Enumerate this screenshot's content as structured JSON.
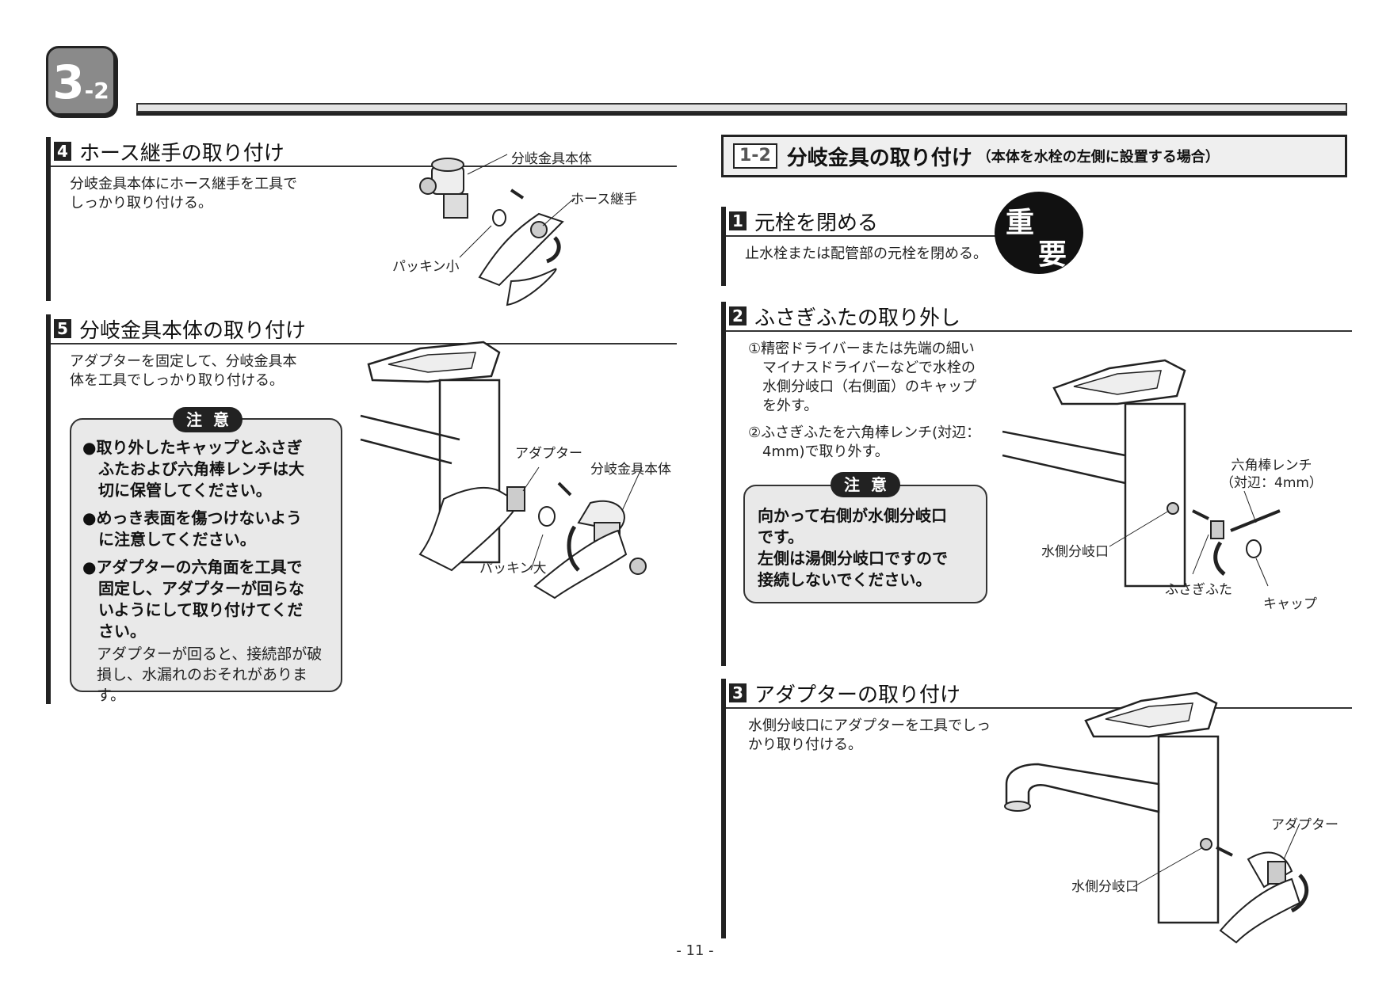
{
  "chapter": {
    "major": "3",
    "minor": "-2"
  },
  "left": {
    "step4": {
      "num": "4",
      "title": "ホース継手の取り付け",
      "text": "分岐金具本体にホース継手を工具で\nしっかり取り付ける。",
      "labels": {
        "body": "分岐金具本体",
        "hose": "ホース継手",
        "packing": "パッキン小"
      }
    },
    "step5": {
      "num": "5",
      "title": "分岐金具本体の取り付け",
      "text": "アダプターを固定して、分岐金具本\n体を工具でしっかり取り付ける。",
      "labels": {
        "adapter": "アダプター",
        "body": "分岐金具本体",
        "packing": "パッキン大"
      },
      "caution": {
        "tab": "注意",
        "items": [
          "●取り外したキャップとふさぎ\n　ふたおよび六角棒レンチは大\n　切に保管してください。",
          "●めっき表面を傷つけないよう\n　に注意してください。",
          "●アダプターの六角面を工具で\n　固定し、アダプターが回らな\n　いようにして取り付けてくだ\n　さい。"
        ],
        "note": "アダプターが回ると、接続部が破\n損し、水漏れのおそれがあります。"
      }
    }
  },
  "right": {
    "banner": {
      "tag": "1-2",
      "title": "分岐金具の取り付け",
      "subtitle": "（本体を水栓の左側に設置する場合）"
    },
    "important": [
      "重",
      "要"
    ],
    "step1": {
      "num": "1",
      "title": "元栓を閉める",
      "text": "止水栓または配管部の元栓を閉める。"
    },
    "step2": {
      "num": "2",
      "title": "ふさぎふたの取り外し",
      "text1": "①精密ドライバーまたは先端の細い\n　マイナスドライバーなどで水栓の\n　水側分岐口（右側面）のキャップ\n　を外す。",
      "text2": "②ふさぎふたを六角棒レンチ(対辺：\n　4mm)で取り外す。",
      "caution": {
        "tab": "注意",
        "text": "向かって右側が水側分岐口\nです。\n左側は湯側分岐口ですので\n接続しないでください。"
      },
      "labels": {
        "wrench": "六角棒レンチ\n（対辺：4mm）",
        "outlet": "水側分岐口",
        "plug": "ふさぎふた",
        "cap": "キャップ"
      }
    },
    "step3": {
      "num": "3",
      "title": "アダプターの取り付け",
      "text": "水側分岐口にアダプターを工具でしっ\nかり取り付ける。",
      "labels": {
        "adapter": "アダプター",
        "outlet": "水側分岐口"
      }
    }
  },
  "page_number": "- 11 -"
}
